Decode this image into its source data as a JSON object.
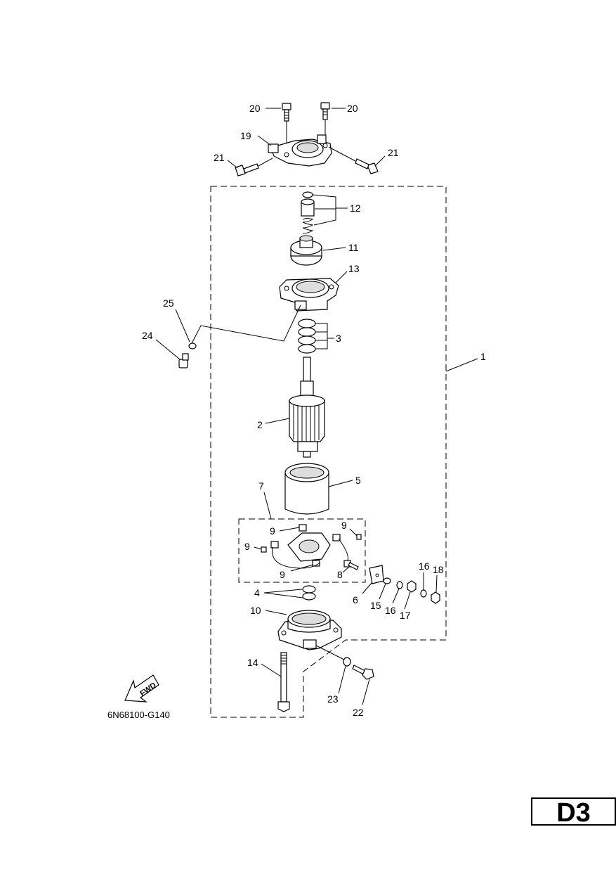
{
  "diagram_code": "6N68100-G140",
  "page_code": "D3",
  "direction_label": "FWD",
  "part_numbers": {
    "p1": "1",
    "p2": "2",
    "p3": "3",
    "p4": "4",
    "p5": "5",
    "p6": "6",
    "p7": "7",
    "p8": "8",
    "p9a": "9",
    "p9b": "9",
    "p9c": "9",
    "p9d": "9",
    "p10": "10",
    "p11": "11",
    "p12": "12",
    "p13": "13",
    "p14": "14",
    "p15": "15",
    "p16a": "16",
    "p16b": "16",
    "p17": "17",
    "p18": "18",
    "p19": "19",
    "p20a": "20",
    "p20b": "20",
    "p21a": "21",
    "p21b": "21",
    "p22": "22",
    "p23": "23",
    "p24": "24",
    "p25": "25"
  }
}
